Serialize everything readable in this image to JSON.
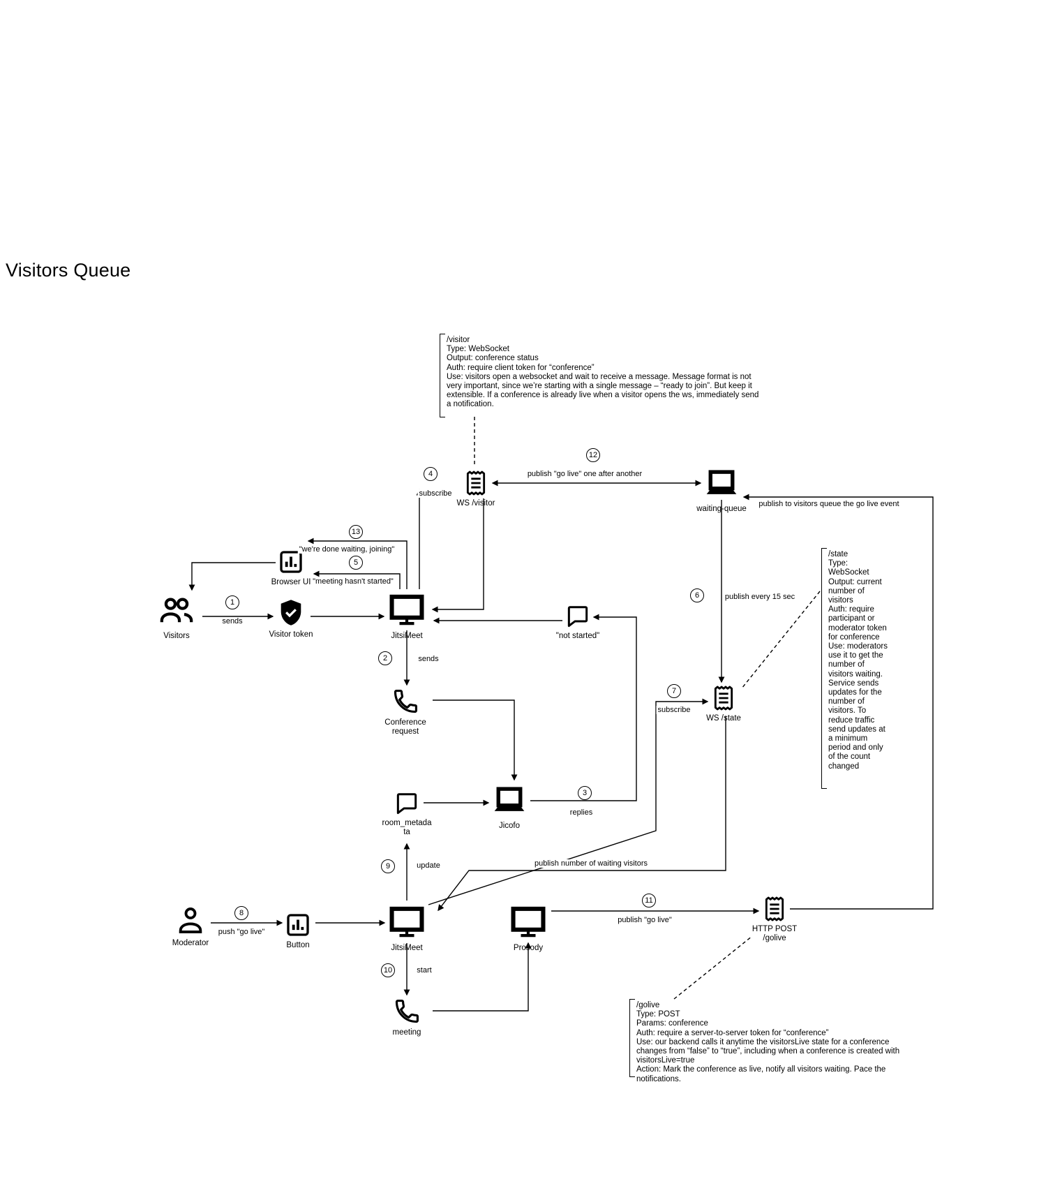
{
  "title": "Visitors Queue",
  "colors": {
    "ink": "#000000",
    "background": "#ffffff"
  },
  "nodes": {
    "visitors": "Visitors",
    "visitor_token": "Visitor token",
    "browser_ui": "Browser UI",
    "jitsimeet_top": "JitsiMeet",
    "ws_visitor": "WS /visitor",
    "waiting_queue": "waiting-queue",
    "not_started": "\"not started\"",
    "conference_request": "Conference request",
    "jicofo": "Jicofo",
    "room_metadata": "room_metadata",
    "ws_state": "WS /state",
    "moderator": "Moderator",
    "button": "Button",
    "jitsimeet_bottom": "JitsiMeet",
    "prosody": "Prosody",
    "http_post": "HTTP POST /golive",
    "meeting": "meeting"
  },
  "icons": {
    "visitors": "people-icon",
    "visitor_token": "shield-check-icon",
    "browser_ui": "bar-chart-icon",
    "jitsimeet": "monitor-icon",
    "ws_visitor": "receipt-icon",
    "waiting_queue": "laptop-icon",
    "not_started": "speech-bubble-icon",
    "conference_request": "phone-icon",
    "jicofo": "laptop-icon",
    "room_metadata": "speech-bubble-icon",
    "ws_state": "receipt-icon",
    "moderator": "person-icon",
    "button": "bar-chart-icon",
    "prosody": "monitor-icon",
    "http_post": "receipt-icon",
    "meeting": "phone-icon"
  },
  "edges": {
    "e1": {
      "num": "1",
      "label": "sends"
    },
    "e2": {
      "num": "2",
      "label": "sends"
    },
    "e3": {
      "num": "3",
      "label": "replies"
    },
    "e4": {
      "num": "4",
      "label": "subscribe"
    },
    "e5": {
      "num": "5",
      "label": "\"meeting hasn't started\""
    },
    "e6": {
      "num": "6",
      "label": "publish every 15 sec"
    },
    "e7": {
      "num": "7",
      "label": "subscribe"
    },
    "e8": {
      "num": "8",
      "label": "push \"go live\""
    },
    "e9": {
      "num": "9",
      "label": "update"
    },
    "e10": {
      "num": "10",
      "label": "start"
    },
    "e11": {
      "num": "11",
      "label": "publish \"go live\""
    },
    "e12": {
      "num": "12",
      "label": "publish \"go live\" one after another"
    },
    "e13": {
      "num": "13",
      "label": "\"we're done waiting, joining\""
    },
    "go_live_event": {
      "label": "publish to visitors queue the go live event"
    },
    "publish_waiting": {
      "label": "publish number of waiting visitors"
    }
  },
  "annotations": {
    "visitor_ws": "/visitor\nType: WebSocket\nOutput: conference status\nAuth: require client token for “conference”\nUse: visitors open a websocket and wait to receive a message. Message format is not very important, since we’re starting with a single message – “ready to join”. But keep it extensible. If a conference is already live when a visitor opens the ws, immediately send a notification.",
    "state_ws": "/state\nType: WebSocket\nOutput: current number of visitors\nAuth: require participant or moderator token for conference\nUse: moderators use it to get the number of visitors waiting. Service sends updates for the number of visitors. To reduce traffic send updates at a minimum period and only of the count changed",
    "golive_post": "/golive\nType: POST\nParams: conference\nAuth: require a server-to-server token for “conference”\nUse: our backend calls it anytime the visitorsLive state for a conference changes from “false” to “true”, including when a conference is created with visitorsLive=true\nAction: Mark the conference as live, notify all visitors waiting. Pace the notifications."
  }
}
